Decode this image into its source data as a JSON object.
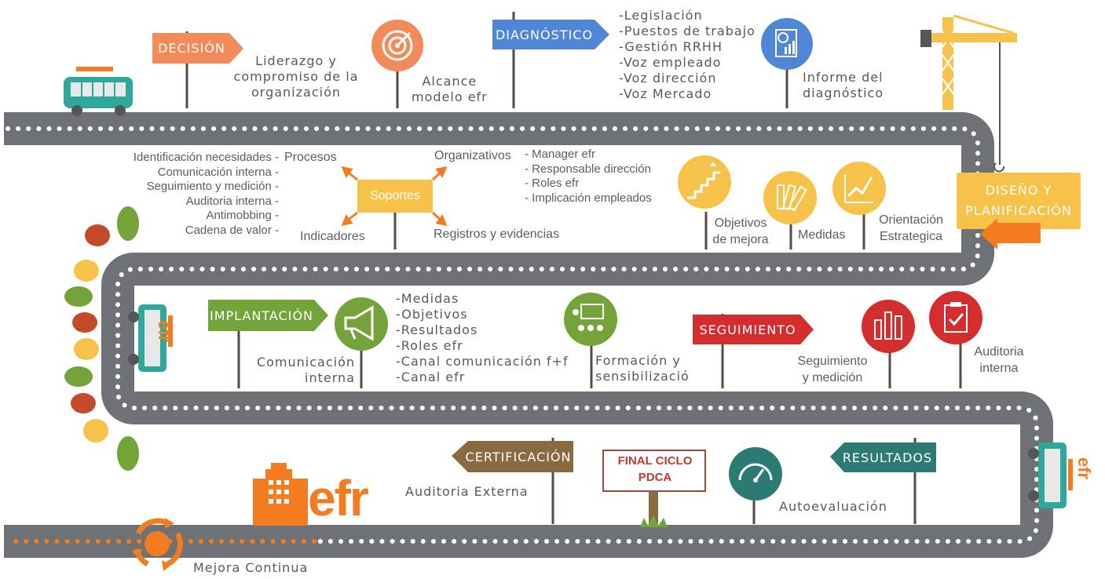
{
  "colors": {
    "road": "#6e7276",
    "road_dots": "#ffffff",
    "pole": "#5a4a45",
    "decision": "#f28a5a",
    "diagnostico": "#4f87d6",
    "implantacion": "#74a33a",
    "seguimiento": "#d42d2d",
    "certificacion": "#8a6a40",
    "resultados": "#2c7a74",
    "final_border": "#9a4a3a",
    "final_text": "#c0392b",
    "diseno": "#f6c24a",
    "orange": "#f47c20",
    "yellow": "#f6c24a",
    "green": "#74a33a",
    "red": "#d42d2d",
    "teal": "#2c7a74",
    "blue": "#4f87d6"
  },
  "signs": {
    "decision": "DECISIÓN",
    "diagnostico": "DIAGNÓSTICO",
    "diseno": "DISEÑO Y PLANIFICACIÓN",
    "soportes": "Soportes",
    "implantacion": "IMPLANTACIÓN",
    "seguimiento": "SEGUIMIENTO",
    "certificacion": "CERTIFICACIÓN",
    "final_line1": "FINAL CICLO",
    "final_line2": "PDCA",
    "resultados": "RESULTADOS"
  },
  "labels": {
    "liderazgo": "Liderazgo y\ncompromiso de la\norganización",
    "alcance": "Alcance\nmodelo efr",
    "diagnostico_list": "-Legislación\n-Puestos de trabajo\n-Gestión RRHH\n-Voz empleado\n-Voz dirección\n-Voz Mercado",
    "informe": "Informe del\ndiagnóstico",
    "procesos_list": "Identificación necesidades -\nComunicación interna -\nSeguimiento y medición -\nAuditoria interna -\nAntimobbing -\nCadena de valor -",
    "procesos": "Procesos",
    "organizativos": "Organizativos",
    "organizativos_list": "- Manager efr\n- Responsable dirección\n- Roles efr\n- Implicación empleados",
    "indicadores": "Indicadores",
    "registros": "Registros y evidencias",
    "objetivos": "Objetivos\nde mejora",
    "medidas": "Medidas",
    "orientacion": "Orientación\nEstrategica",
    "comunicacion": "Comunicación\ninterna",
    "implantacion_list": "-Medidas\n-Objetivos\n-Resultados\n-Roles efr\n-Canal comunicación f+f\n-Canal efr",
    "formacion": "Formación y\nsensibilizació",
    "seguimiento_medicion": "Seguimiento\ny medición",
    "auditoria_interna": "Auditoria\ninterna",
    "auditoria_externa": "Auditoria  Externa",
    "autoevaluacion": "Autoevaluación",
    "mejora": "Mejora Continua",
    "efr": "efr",
    "efr_logo": "efr"
  },
  "icons": {
    "target": "target-icon",
    "report": "report-chart-icon",
    "stairs": "stairs-goal-icon",
    "swatches": "color-swatches-icon",
    "growth": "growth-chart-icon",
    "megaphone": "megaphone-icon",
    "training": "training-presentation-icon",
    "bars": "bar-chart-icon",
    "clipboard": "clipboard-check-icon",
    "gauge": "gauge-icon",
    "cycle": "cycle-arrows-icon",
    "building": "building-logo-icon",
    "crane": "crane-icon",
    "bus": "bus-icon",
    "trees": "tree-icon"
  }
}
